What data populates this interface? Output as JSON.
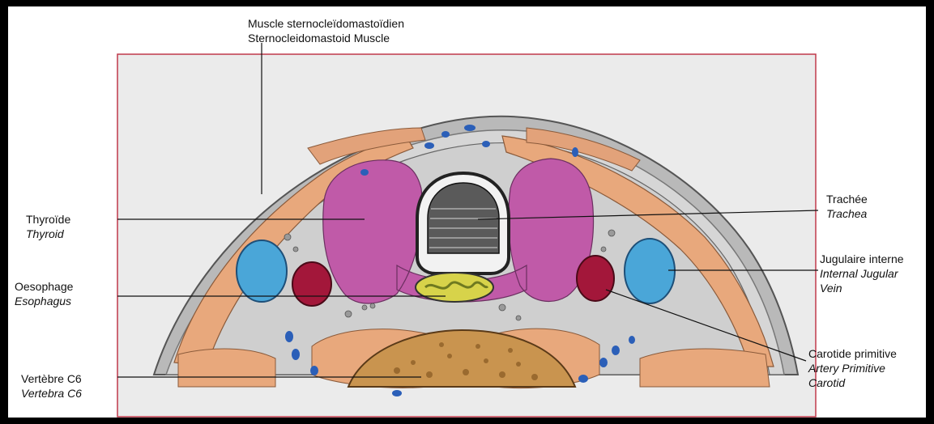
{
  "labels": {
    "scm": {
      "fr": "Muscle sternocleïdomastoïdien",
      "en": "Sternocleidomastoid Muscle"
    },
    "thyroid": {
      "fr": "Thyroïde",
      "en": "Thyroid"
    },
    "esophagus": {
      "fr": "Oesophage",
      "en": "Esophagus"
    },
    "vertebra": {
      "fr": "Vertèbre C6",
      "en": "Vertebra C6"
    },
    "trachea": {
      "fr": "Trachée",
      "en": "Trachea"
    },
    "jugular": {
      "fr": "Jugulaire interne",
      "en1": "Internal Jugular",
      "en2": "Vein"
    },
    "carotid": {
      "fr": "Carotide primitive",
      "en1": "Artery Primitive",
      "en2": "Carotid"
    }
  },
  "colors": {
    "frame_border": "#c0394b",
    "panel_bg": "#ebebeb",
    "muscle": "#e8a87c",
    "thyroid": "#c05aa8",
    "vein": "#4aa6d8",
    "artery": "#a3173a",
    "esophagus": "#d7d34a",
    "vertebra": "#c9944f",
    "skin": "#b9b9b9"
  }
}
